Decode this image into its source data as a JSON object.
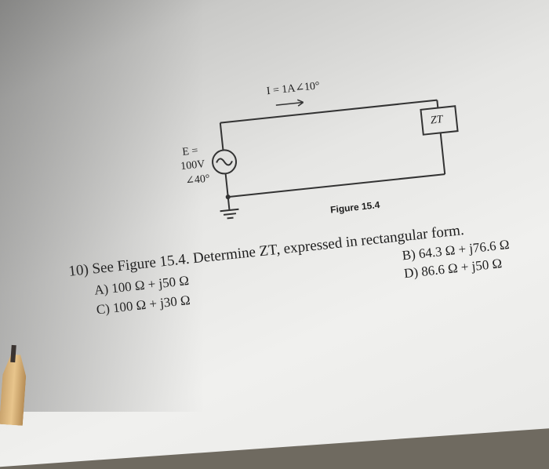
{
  "figure": {
    "current_label": "I = 1A∠10°",
    "source_label_line1": "E =",
    "source_label_line2": "100V",
    "source_label_line3": "∠40°",
    "load_label": "ZT",
    "caption": "Figure 15.4"
  },
  "question": {
    "text": "10) See Figure 15.4. Determine ZT, expressed in rectangular form.",
    "choices": [
      {
        "label": "A) 100 Ω + j50 Ω"
      },
      {
        "label": "B) 64.3 Ω + j76.6 Ω"
      },
      {
        "label": "C) 100 Ω + j30 Ω"
      },
      {
        "label": "D) 86.6 Ω + j50 Ω"
      }
    ]
  }
}
